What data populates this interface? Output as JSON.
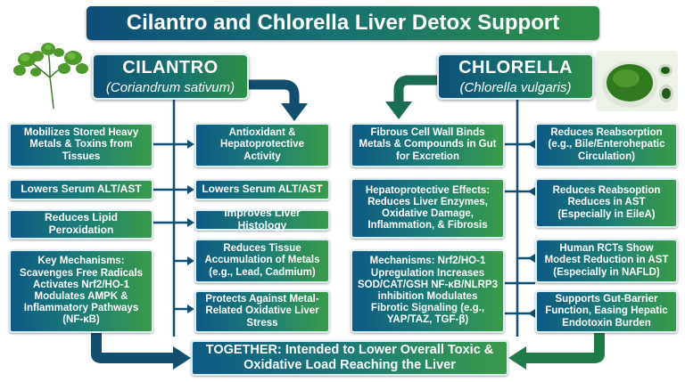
{
  "title": "Cilantro and Chlorella Liver Detox Support",
  "cilantro": {
    "name": "CILANTRO",
    "scientific": "(Coriandrum sativum)",
    "left": [
      "Mobilizes Stored Heavy Metals & Toxins from Tissues",
      "Lowers Serum ALT/AST",
      "Reduces Lipid Peroxidation",
      "Key Mechanisms: Scavenges Free Radicals Activates Nrf2/HO-1 Modulates AMPK & Inflammatory Pathways (NF-κB)"
    ],
    "right": [
      "Antioxidant & Hepatoprotective Activity",
      "Lowers Serum ALT/AST",
      "Improves Liver Histology",
      "Reduces Tissue Accumulation of Metals (e.g., Lead, Cadmium)",
      "Protects Against Metal-Related Oxidative Liver Stress"
    ]
  },
  "chlorella": {
    "name": "CHLORELLA",
    "scientific": "(Chlorella vulgaris)",
    "left": [
      "Fibrous Cell Wall Binds Metals & Compounds in Gut for Excretion",
      "Hepatoprotective Effects: Reduces Liver Enzymes, Oxidative Damage, Inflammation, & Fibrosis",
      "Mechanisms: Nrf2/HO-1 Upregulation Increases SOD/CAT/GSH NF-κB/NLRP3 inhibition Modulates Fibrotic Signaling (e.g., YAP/TAZ, TGF-β)"
    ],
    "right": [
      "Reduces Reabsorption (e.g., Bile/Enterohepatic Circulation)",
      "Reduces Reabsoption Reduces in AST (Especially in EileA)",
      "Human RCTs Show Modest Reduction in AST (Especially in NAFLD)",
      "Supports Gut-Barrier Function, Easing Hepatic Endotoxin Burden"
    ]
  },
  "together": "TOGETHER: Intended to Lower Overall Toxic & Oxidative Load Reaching the Liver",
  "colors": {
    "blue": "#0e5a86",
    "teal": "#1f7f74",
    "green": "#3a9b4a",
    "line": "#0f4f73"
  }
}
